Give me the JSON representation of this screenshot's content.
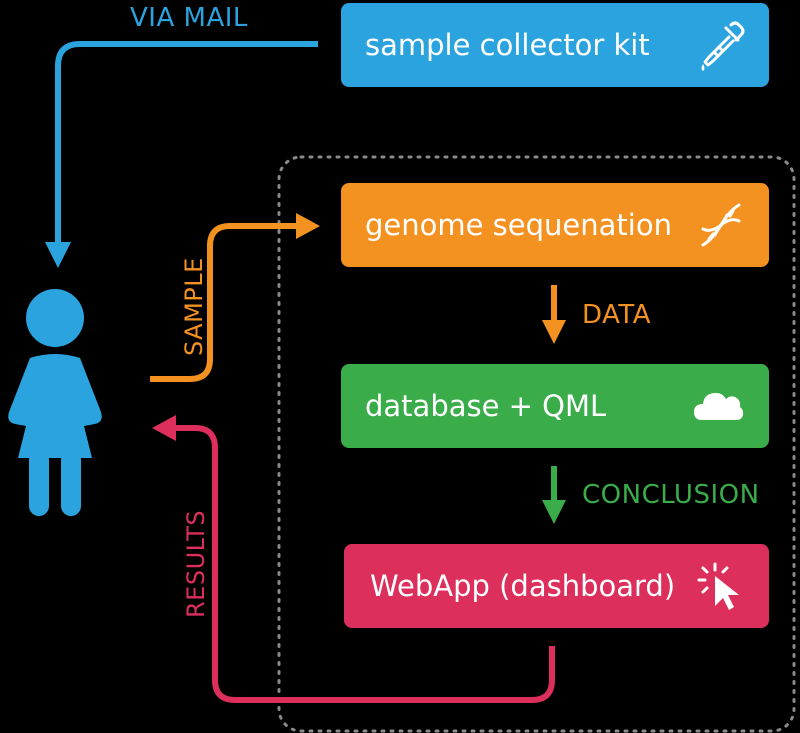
{
  "colors": {
    "background": "#000000",
    "mail": "#2aa3de",
    "sample": "#f49221",
    "data": "#f49221",
    "conclusion": "#3aac49",
    "results": "#dc2f5c",
    "person": "#2aa3de",
    "dotted_border": "#8a8a8a"
  },
  "boxes": {
    "kit": {
      "label": "sample collector kit",
      "color": "#2aa3de",
      "icon": "pipette-icon"
    },
    "genome": {
      "label": "genome sequenation",
      "color": "#f49221",
      "icon": "dna-icon"
    },
    "db": {
      "label": "database + QML",
      "color": "#3aac49",
      "icon": "cloud-icon"
    },
    "web": {
      "label": "WebApp (dashboard)",
      "color": "#dc2f5c",
      "icon": "cursor-click-icon"
    }
  },
  "flows": {
    "mail": "VIA MAIL",
    "sample": "SAMPLE",
    "data": "DATA",
    "conclusion": "CONCLUSION",
    "results": "RESULTS"
  },
  "person_icon": "person-icon"
}
